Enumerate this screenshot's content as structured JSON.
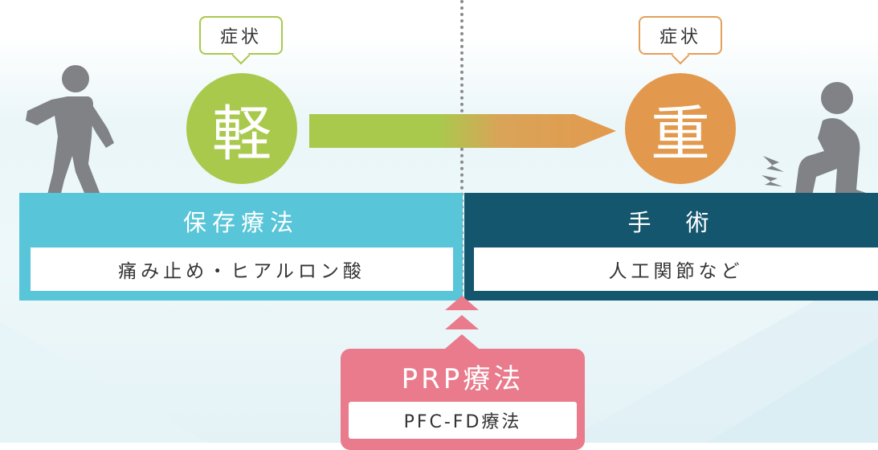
{
  "colors": {
    "mild": "#a9c94d",
    "severe": "#e3994d",
    "conservative": "#58c5d8",
    "surgery": "#14566e",
    "prp": "#e97b8c",
    "figure": "#808285"
  },
  "mild": {
    "bubble_label": "症状",
    "circle_label": "軽"
  },
  "severe": {
    "bubble_label": "症状",
    "circle_label": "重"
  },
  "conservative": {
    "title": "保存療法",
    "subtitle": "痛み止め・ヒアルロン酸"
  },
  "surgery": {
    "title": "手　術",
    "subtitle": "人工関節など"
  },
  "prp": {
    "title": "PRP療法",
    "subtitle": "PFC-FD療法"
  },
  "icons": {
    "walking_person": "walking-person-icon",
    "knee_pain_person": "knee-pain-person-icon",
    "pain_lightning": "pain-lightning-icon"
  }
}
